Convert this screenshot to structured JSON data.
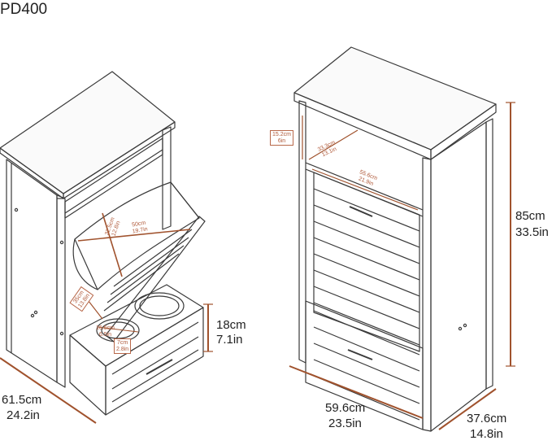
{
  "model": "PD400",
  "colors": {
    "line": "#3a3a3a",
    "dimension": "#a0522d",
    "dimension_light": "#c0734f",
    "background": "#ffffff"
  },
  "left_view": {
    "depth_cm": "61.5cm",
    "depth_in": "24.2in",
    "drawer_height_cm": "18cm",
    "drawer_height_in": "7.1in",
    "bin_height_cm": "32.5cm",
    "bin_height_in": "12.8in",
    "bin_width_cm": "50cm",
    "bin_width_in": "19.7in",
    "bin_depth_cm": "35cm",
    "bin_depth_in": "13.8in",
    "bowl_dia_cm": "16.5cm",
    "bowl_dia_in": "6.5in",
    "bowl_depth_cm": "7cm",
    "bowl_depth_in": "2.8in"
  },
  "right_view": {
    "height_cm": "85cm",
    "height_in": "33.5in",
    "width_cm": "59.6cm",
    "width_in": "23.5in",
    "side_depth_cm": "37.6cm",
    "side_depth_in": "14.8in",
    "shelf_height_cm": "15.2cm",
    "shelf_height_in": "6in",
    "shelf_depth_cm": "33.3cm",
    "shelf_depth_in": "13.1in",
    "shelf_width_cm": "55.6cm",
    "shelf_width_in": "21.9in"
  }
}
